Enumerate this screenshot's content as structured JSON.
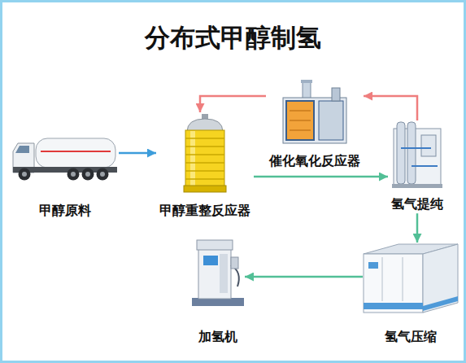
{
  "diagram": {
    "title": "分布式甲醇制氢",
    "nodes": [
      {
        "text": [
          "甲醇原料"
        ]
      },
      {
        "text": [
          "甲醇重整反应器"
        ]
      },
      {
        "text": [
          "催化氧化反应器"
        ]
      },
      {
        "text": [
          "氢气提纯"
        ]
      },
      {
        "text": [
          "氢气压缩"
        ]
      },
      {
        "text": [
          "加氢机"
        ]
      }
    ],
    "edges": [
      {
        "from": 0,
        "to": 1,
        "arrow": "to"
      },
      {
        "from": 1,
        "to": 3,
        "arrow": "to"
      },
      {
        "from": 3,
        "to": 2,
        "arrow": "to"
      },
      {
        "from": 2,
        "to": 1,
        "arrow": "to"
      },
      {
        "from": 3,
        "to": 4,
        "arrow": "to"
      },
      {
        "from": 4,
        "to": 5,
        "arrow": "to"
      }
    ]
  }
}
